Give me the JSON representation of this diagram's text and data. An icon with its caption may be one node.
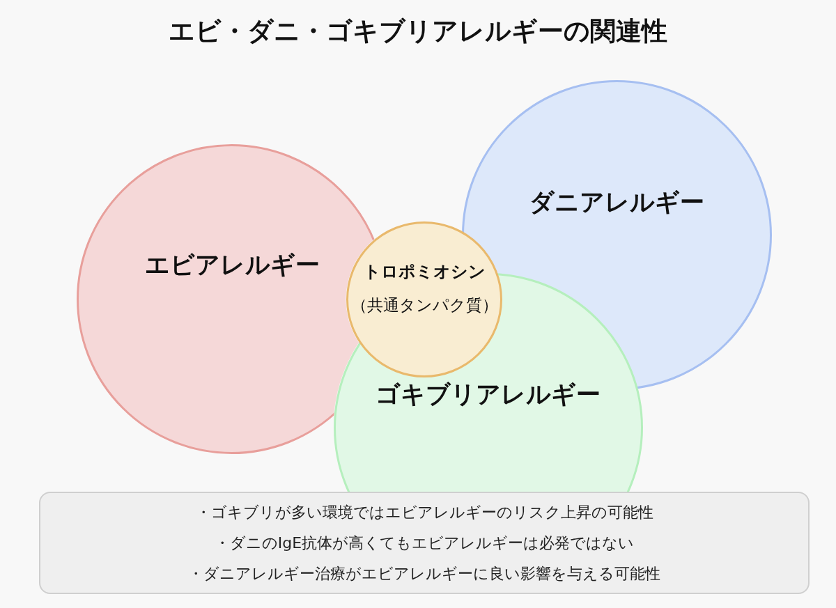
{
  "diagram": {
    "title": "エビ・ダニ・ゴキブリアレルギーの関連性",
    "nodes": [
      {
        "text": [
          "エビアレルギー"
        ]
      },
      {
        "text": [
          "ダニアレルギー"
        ]
      },
      {
        "text": [
          "ゴキブリアレルギー"
        ]
      },
      {
        "text": [
          "トロポミオシン",
          "（共通タンパク質）"
        ]
      },
      {
        "text": [
          "・ゴキブリが多い環境ではエビアレルギーのリスク上昇の可能性",
          "・ダニのIgE抗体が高くてもエビアレルギーは必発ではない",
          "・ダニアレルギー治療がエビアレルギーに良い影響を与える可能性"
        ]
      }
    ]
  }
}
